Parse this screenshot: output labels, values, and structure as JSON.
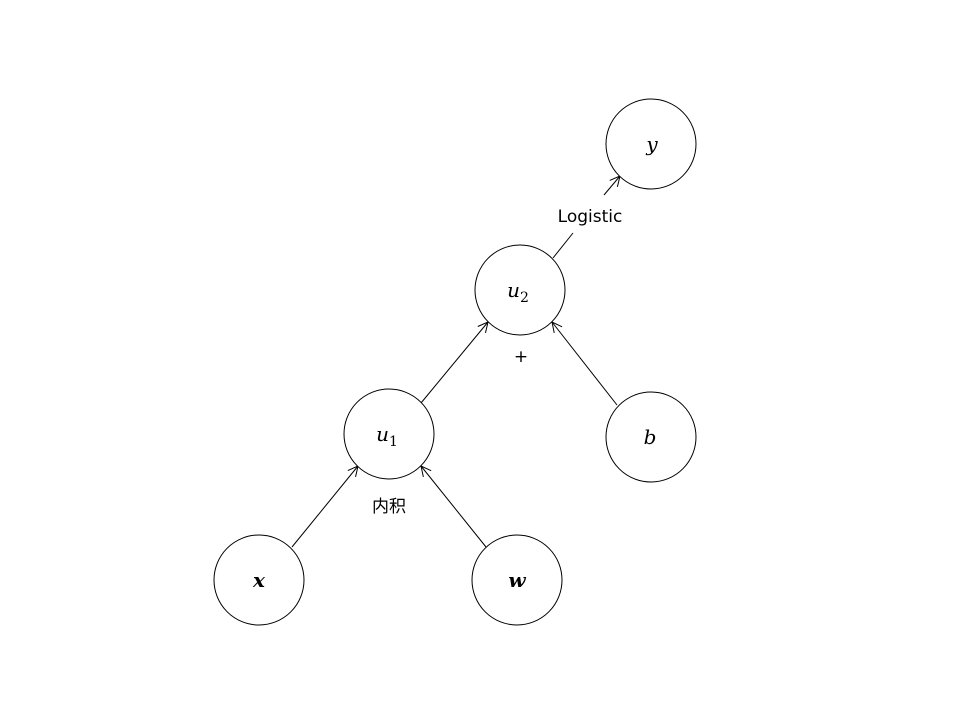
{
  "nodes": {
    "x": {
      "label": "x",
      "sub": "",
      "bold": true
    },
    "w": {
      "label": "w",
      "sub": "",
      "bold": true
    },
    "u1": {
      "label": "u",
      "sub": "1",
      "bold": false
    },
    "b": {
      "label": "b",
      "sub": "",
      "bold": false
    },
    "u2": {
      "label": "u",
      "sub": "2",
      "bold": false
    },
    "y": {
      "label": "y",
      "sub": "",
      "bold": false
    }
  },
  "edges": [
    {
      "from": "x",
      "to": "u1"
    },
    {
      "from": "w",
      "to": "u1"
    },
    {
      "from": "u1",
      "to": "u2"
    },
    {
      "from": "b",
      "to": "u2"
    },
    {
      "from": "u2",
      "to": "y"
    }
  ],
  "operations": {
    "inner_product": "内积",
    "add": "+",
    "logistic": "Logistic"
  }
}
